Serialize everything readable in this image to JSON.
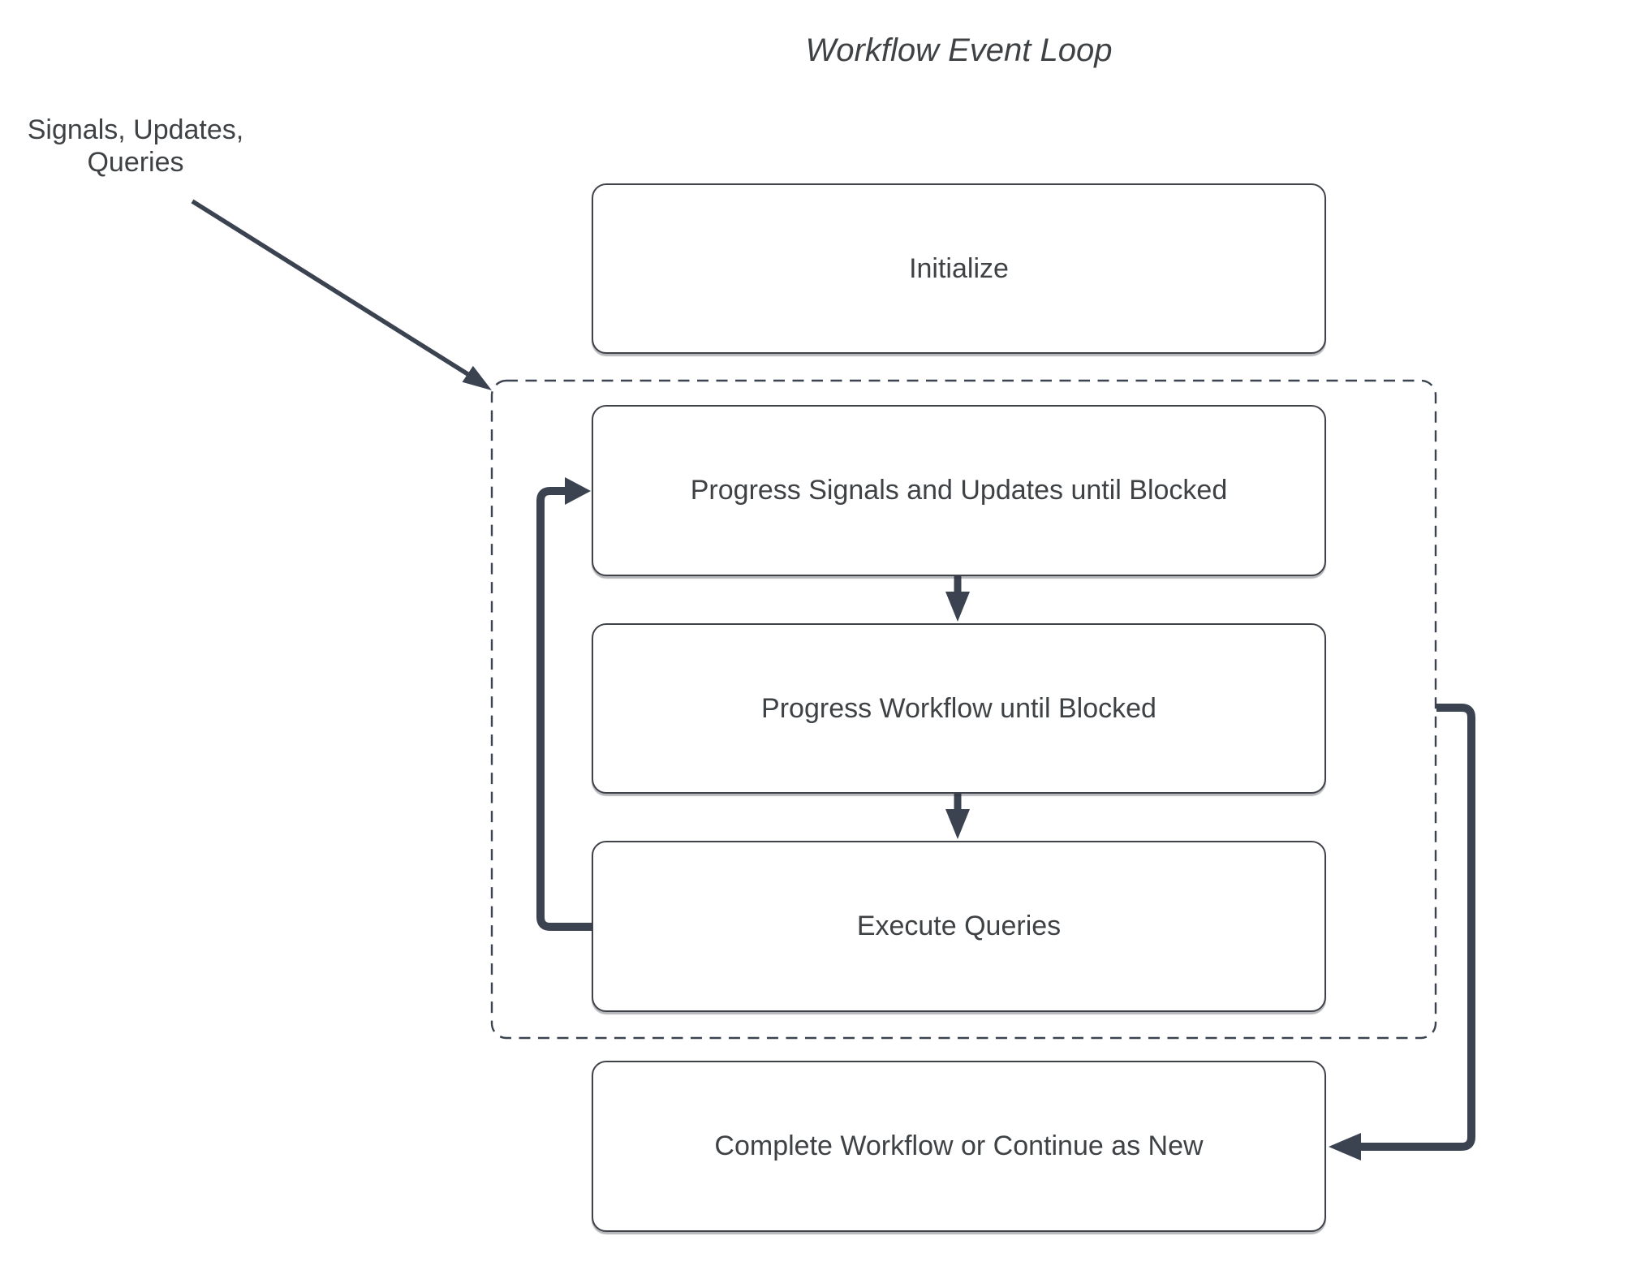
{
  "diagram": {
    "title": "Workflow Event Loop",
    "annotation": {
      "line1": "Signals, Updates,",
      "line2": "Queries"
    },
    "nodes": [
      {
        "id": "initialize",
        "label": "Initialize"
      },
      {
        "id": "progress-signals",
        "label": "Progress Signals and Updates until Blocked"
      },
      {
        "id": "progress-workflow",
        "label": "Progress Workflow until Blocked"
      },
      {
        "id": "execute-queries",
        "label": "Execute Queries"
      },
      {
        "id": "complete-workflow",
        "label": "Complete Workflow or Continue as New"
      }
    ],
    "container": {
      "name": "event-loop-group",
      "border_style": "dashed",
      "contains": [
        "progress-signals",
        "progress-workflow",
        "execute-queries"
      ]
    },
    "edges": [
      {
        "from": "annotation",
        "to": "event-loop-group",
        "type": "straight-arrow"
      },
      {
        "from": "progress-signals",
        "to": "progress-workflow",
        "type": "down-arrow"
      },
      {
        "from": "progress-workflow",
        "to": "execute-queries",
        "type": "down-arrow"
      },
      {
        "from": "execute-queries",
        "to": "progress-signals",
        "type": "elbow-loop-left"
      },
      {
        "from": "event-loop-group",
        "to": "complete-workflow",
        "type": "elbow-right"
      }
    ],
    "colors": {
      "background": "#ffffff",
      "connector": "#3b4350",
      "box_border": "#3f4249",
      "box_fill": "#ffffff",
      "text": "#3f4245"
    }
  }
}
